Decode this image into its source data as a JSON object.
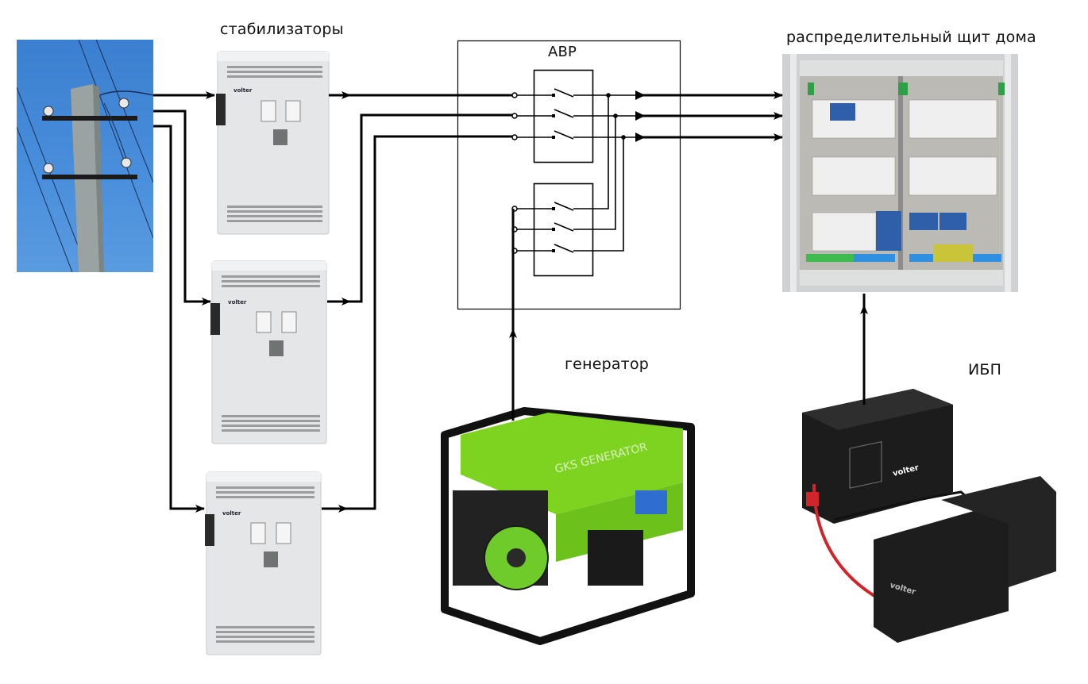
{
  "diagram": {
    "title_stabilizers": "стабилизаторы",
    "title_ats": "АВР",
    "title_board": "распределительный щит дома",
    "title_generator": "генератор",
    "title_ups": "ИБП",
    "nodes": [
      {
        "id": "grid",
        "label": "power line pole"
      },
      {
        "id": "stab1",
        "label": "stabilizer 1",
        "brand": "Volter"
      },
      {
        "id": "stab2",
        "label": "stabilizer 2",
        "brand": "Volter"
      },
      {
        "id": "stab3",
        "label": "stabilizer 3",
        "brand": "Volter"
      },
      {
        "id": "ats",
        "label": "АВР"
      },
      {
        "id": "board",
        "label": "распределительный щит дома"
      },
      {
        "id": "generator",
        "label": "генератор"
      },
      {
        "id": "ups",
        "label": "ИБП",
        "brand": "Volter"
      }
    ],
    "edges": [
      {
        "from": "grid",
        "to": "stab1"
      },
      {
        "from": "grid",
        "to": "stab2"
      },
      {
        "from": "grid",
        "to": "stab3"
      },
      {
        "from": "stab1",
        "to": "ats",
        "phase": 1
      },
      {
        "from": "stab2",
        "to": "ats",
        "phase": 2
      },
      {
        "from": "stab3",
        "to": "ats",
        "phase": 3
      },
      {
        "from": "generator",
        "to": "ats"
      },
      {
        "from": "ats",
        "to": "board",
        "phase": 1
      },
      {
        "from": "ats",
        "to": "board",
        "phase": 2
      },
      {
        "from": "ats",
        "to": "board",
        "phase": 3
      },
      {
        "from": "ups",
        "to": "board"
      }
    ],
    "brand_text": "volter",
    "generator_text": "GKS GENERATOR",
    "colors": {
      "sky": "#4a8fdc",
      "generator_green": "#7ed321",
      "stabilizer_body": "#e6e8ea",
      "ups_body": "#1c1c1c",
      "battery_cable": "#d0252a",
      "wire": "#000000"
    }
  }
}
